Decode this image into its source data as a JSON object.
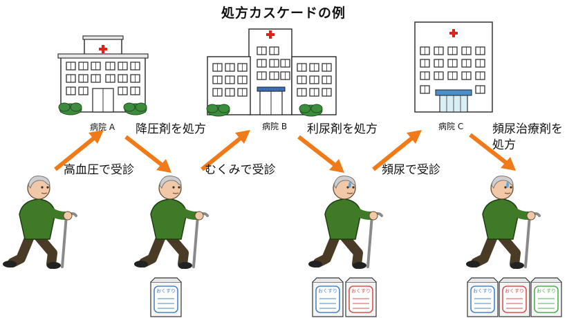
{
  "title": "処方カスケードの例",
  "hospitals": [
    {
      "label": "病院 A"
    },
    {
      "label": "病院 B"
    },
    {
      "label": "病院 C"
    }
  ],
  "visits": [
    {
      "text": "高血圧で受診"
    },
    {
      "text": "むくみで受診"
    },
    {
      "text": "頻尿で受診"
    }
  ],
  "prescriptions": [
    {
      "text": "降圧剤を処方"
    },
    {
      "text": "利尿剤を処方"
    },
    {
      "text": "頻尿治療剤を処方",
      "line1": "頻尿治療剤を",
      "line2": "処方"
    }
  ],
  "medicine_bag_label": "おくすり",
  "colors": {
    "arrow": "#f07a18",
    "jacket": "#3f7a26",
    "pants": "#4a3b26",
    "cross": "#e0201b",
    "bag_blue": "#4a86c5",
    "bag_red": "#d9534f",
    "bag_green": "#4caf50"
  },
  "icons": [
    "hospital-building",
    "elderly-person-with-cane",
    "medicine-bag",
    "arrow-up-right",
    "arrow-down-right"
  ]
}
